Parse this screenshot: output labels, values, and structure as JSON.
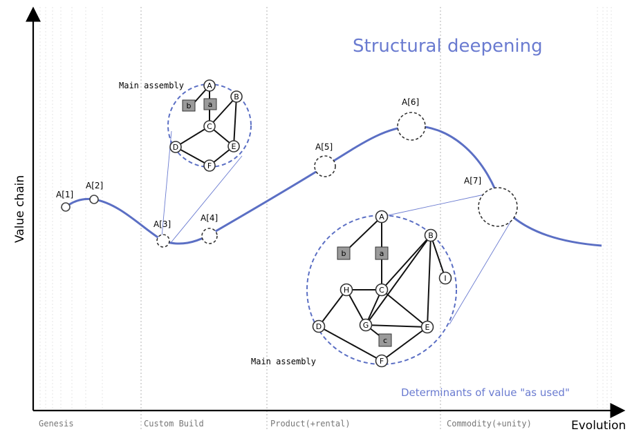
{
  "axes": {
    "y_label": "Value chain",
    "x_label": "Evolution",
    "stages": [
      "Genesis",
      "Custom Build",
      "Product(+rental)",
      "Commodity(+unity)"
    ]
  },
  "annotations": {
    "title": "Structural deepening",
    "caption": "Determinants of value \"as used\"",
    "small_assembly_label": "Main assembly",
    "large_assembly_label": "Main assembly"
  },
  "points": [
    "A[1]",
    "A[2]",
    "A[3]",
    "A[4]",
    "A[5]",
    "A[6]",
    "A[7]"
  ],
  "small_assembly": {
    "nodes": [
      "A",
      "B",
      "C",
      "D",
      "E",
      "F"
    ],
    "boxes": [
      "b",
      "a"
    ]
  },
  "large_assembly": {
    "nodes": [
      "A",
      "B",
      "C",
      "H",
      "I",
      "D",
      "G",
      "E",
      "F"
    ],
    "boxes": [
      "b",
      "a",
      "c"
    ]
  },
  "colors": {
    "curve": "#5b6fc4",
    "accent_text": "#6a7bd0",
    "stage_text": "#777777",
    "node_stroke": "#333333",
    "box_fill": "#9a9a9a"
  }
}
